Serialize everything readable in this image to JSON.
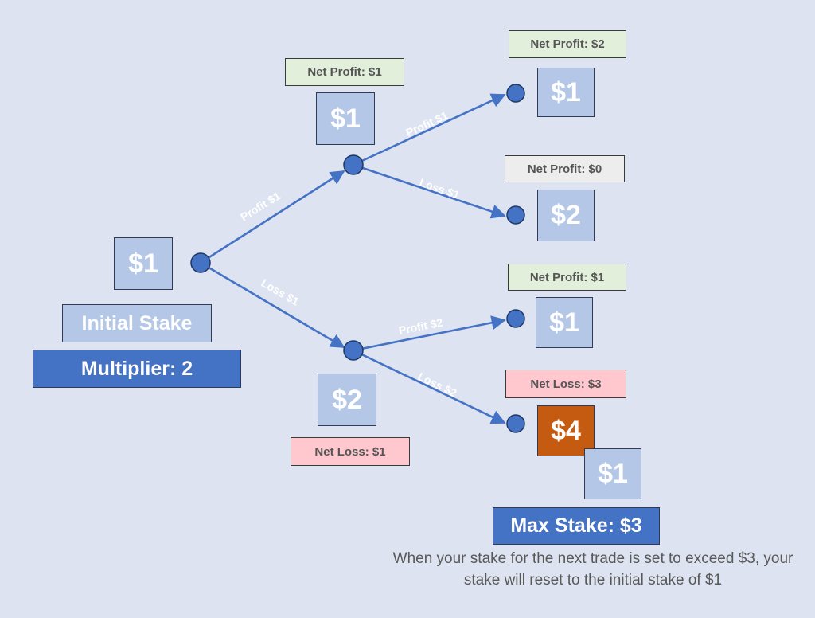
{
  "root": {
    "stake": "$1",
    "initial_stake_label": "Initial Stake",
    "multiplier_label": "Multiplier: 2"
  },
  "edges": {
    "root_profit": "Profit $1",
    "root_loss": "Loss $1",
    "upper_profit": "Profit $1",
    "upper_loss": "Loss $1",
    "lower_profit": "Profit $2",
    "lower_loss": "Loss $2"
  },
  "upper_node": {
    "stake": "$1",
    "net": "Net Profit: $1"
  },
  "lower_node": {
    "stake": "$2",
    "net": "Net Loss: $1"
  },
  "leaf_1": {
    "stake": "$1",
    "net": "Net Profit: $2"
  },
  "leaf_2": {
    "stake": "$2",
    "net": "Net Profit: $0"
  },
  "leaf_3": {
    "stake": "$1",
    "net": "Net Profit: $1"
  },
  "leaf_4": {
    "stake_exceeded": "$4",
    "stake_reset": "$1",
    "net": "Net Loss: $3"
  },
  "max_stake_label": "Max Stake: $3",
  "note": "When your stake for the next trade is set to exceed $3, your stake will reset to the initial stake of $1",
  "colors": {
    "background": "#dde3f0",
    "accent_blue": "#4472c4",
    "stake_box": "#b4c7e7",
    "exceeded_stake": "#c55a11",
    "profit_tag": "#e2efda",
    "neutral_tag": "#ededed",
    "loss_tag": "#ffc7ce"
  }
}
